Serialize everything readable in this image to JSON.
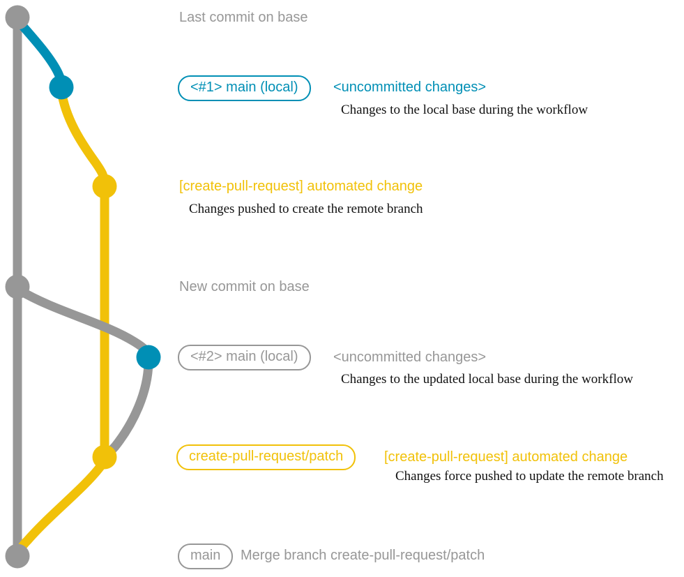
{
  "colors": {
    "base_gray": "#979797",
    "local_blue": "#008fb5",
    "remote_yellow": "#f1c109",
    "description_black": "#111111",
    "background": "#ffffff"
  },
  "graph": {
    "branches": [
      {
        "name": "base-branch",
        "color": "#979797"
      },
      {
        "name": "local-main-branch",
        "color": "#008fb5"
      },
      {
        "name": "remote-patch-branch",
        "color": "#f1c109"
      }
    ]
  },
  "rows": [
    {
      "branch": "base",
      "message": "Last commit on base"
    },
    {
      "branch": "local",
      "label": "<#1> main (local)",
      "message": "<uncommitted changes>",
      "description": "Changes to the local base during the workflow"
    },
    {
      "branch": "remote",
      "message": "[create-pull-request] automated change",
      "description": "Changes pushed to create the remote branch"
    },
    {
      "branch": "base",
      "message": "New commit on base"
    },
    {
      "branch": "local",
      "label": "<#2> main (local)",
      "message": "<uncommitted changes>",
      "description": "Changes to the updated local base during the workflow"
    },
    {
      "branch": "remote",
      "label": "create-pull-request/patch",
      "message": "[create-pull-request] automated change",
      "description": "Changes force pushed to update the remote branch"
    },
    {
      "branch": "base",
      "label": "main",
      "message": "Merge branch create-pull-request/patch"
    }
  ]
}
